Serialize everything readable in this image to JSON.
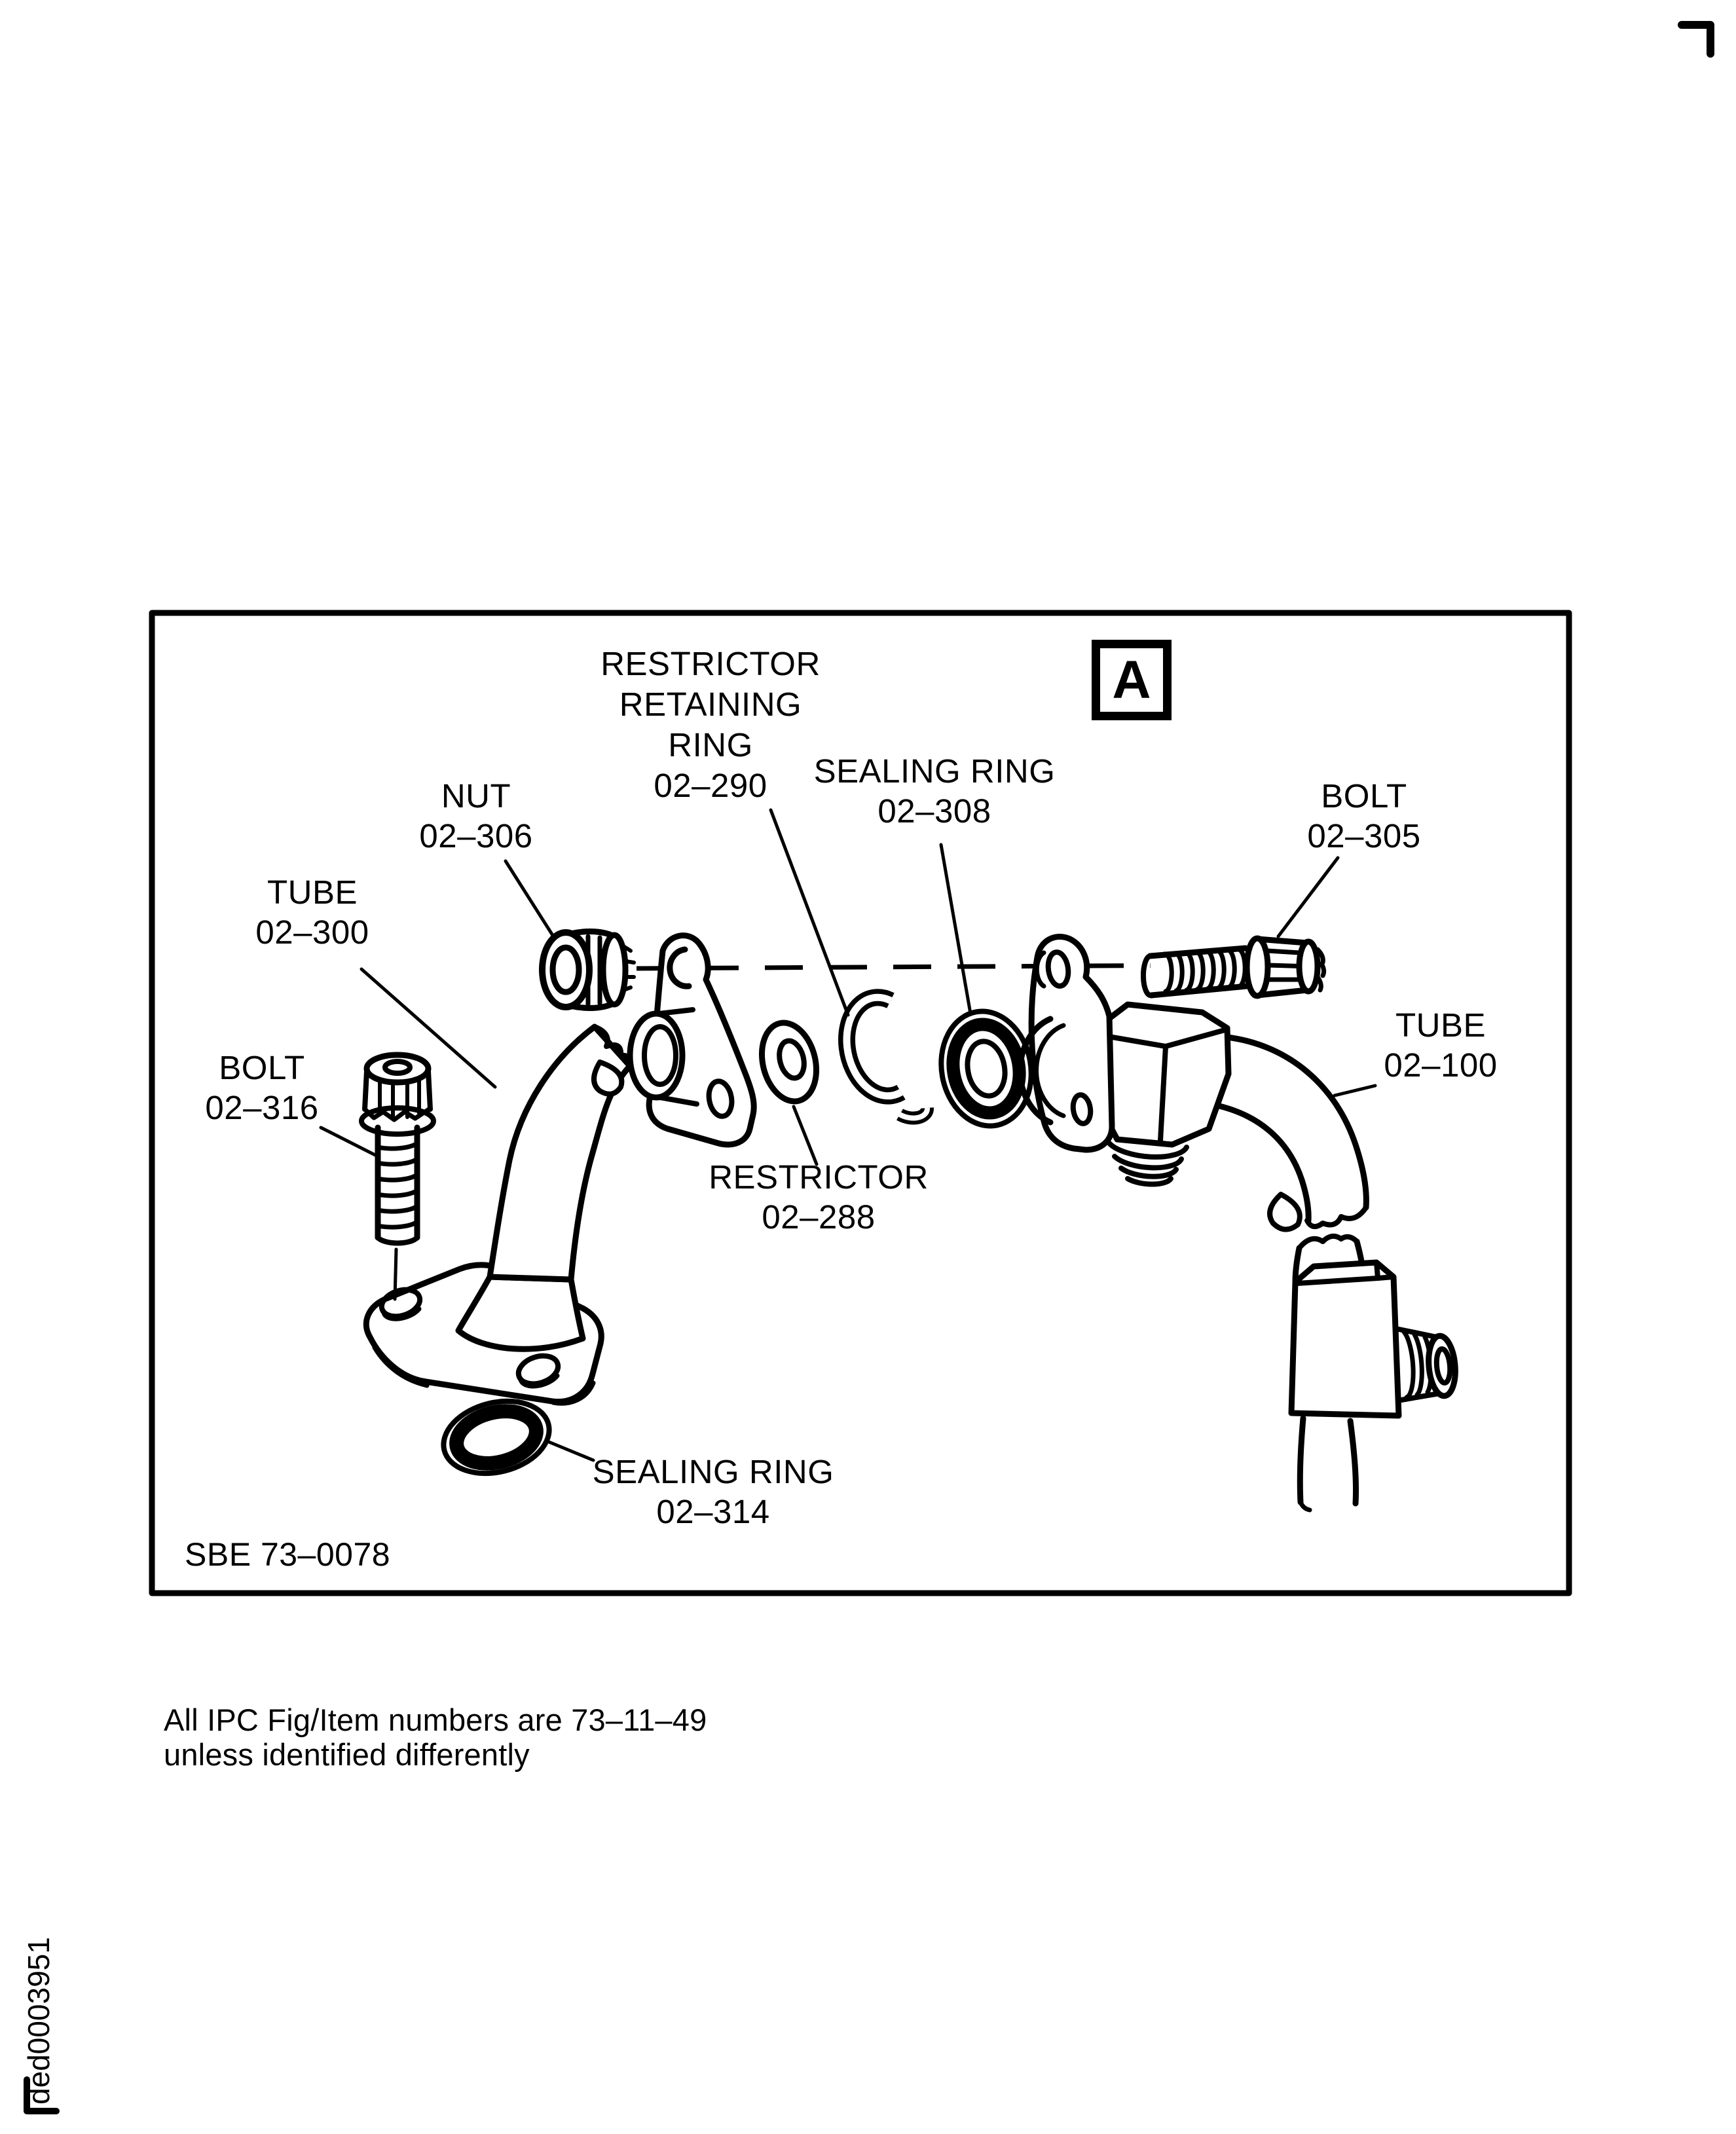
{
  "figure": {
    "detail_letter": "A",
    "figure_code": "SBE 73–0078",
    "labels": {
      "tube_300": {
        "name": "TUBE",
        "number": "02–300"
      },
      "nut_306": {
        "name": "NUT",
        "number": "02–306"
      },
      "retaining_ring_290": {
        "line1": "RESTRICTOR",
        "line2": "RETAINING",
        "line3": "RING",
        "number": "02–290"
      },
      "sealing_ring_308": {
        "name": "SEALING RING",
        "number": "02–308"
      },
      "bolt_305": {
        "name": "BOLT",
        "number": "02–305"
      },
      "tube_100": {
        "name": "TUBE",
        "number": "02–100"
      },
      "bolt_316": {
        "name": "BOLT",
        "number": "02–316"
      },
      "restrictor_288": {
        "name": "RESTRICTOR",
        "number": "02–288"
      },
      "sealing_ring_314": {
        "name": "SEALING RING",
        "number": "02–314"
      }
    }
  },
  "note": {
    "line1": "All IPC Fig/Item numbers are 73–11–49",
    "line2": "unless identified differently"
  },
  "doc_id": "ded0003951",
  "colors": {
    "ink": "#000000",
    "paper": "#ffffff"
  }
}
